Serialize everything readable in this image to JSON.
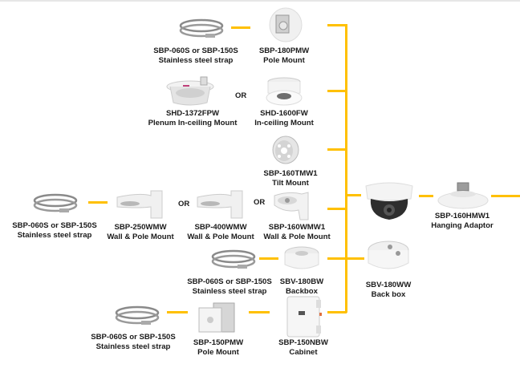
{
  "accent_color": "#ffc000",
  "or_label": "OR",
  "products": {
    "strap_top": {
      "model": "SBP-060S or SBP-150S",
      "desc": "Stainless steel strap"
    },
    "pole_mount_180": {
      "model": "SBP-180PMW",
      "desc": "Pole Mount"
    },
    "plenum_mount": {
      "model": "SHD-1372FPW",
      "desc": "Plenum In-ceiling Mount"
    },
    "inceiling_mount": {
      "model": "SHD-1600FW",
      "desc": "In-ceiling Mount"
    },
    "tilt_mount": {
      "model": "SBP-160TMW1",
      "desc": "Tilt Mount"
    },
    "strap_wall": {
      "model": "SBP-060S or SBP-150S",
      "desc": "Stainless steel strap"
    },
    "wall_mount_250": {
      "model": "SBP-250WMW",
      "desc": "Wall & Pole Mount"
    },
    "wall_mount_400": {
      "model": "SBP-400WMW",
      "desc": "Wall & Pole Mount"
    },
    "wall_mount_160": {
      "model": "SBP-160WMW1",
      "desc": "Wall & Pole Mount"
    },
    "hanging_adaptor": {
      "model": "SBP-160HMW1",
      "desc": "Hanging Adaptor"
    },
    "strap_backbox": {
      "model": "SBP-060S or SBP-150S",
      "desc": "Stainless steel strap"
    },
    "backbox_180bw": {
      "model": "SBV-180BW",
      "desc": "Backbox"
    },
    "backbox_180ww": {
      "model": "SBV-180WW",
      "desc": "Back box"
    },
    "strap_cabinet": {
      "model": "SBP-060S or SBP-150S",
      "desc": "Stainless steel strap"
    },
    "pole_mount_150": {
      "model": "SBP-150PMW",
      "desc": "Pole Mount"
    },
    "cabinet": {
      "model": "SBP-150NBW",
      "desc": "Cabinet"
    }
  }
}
